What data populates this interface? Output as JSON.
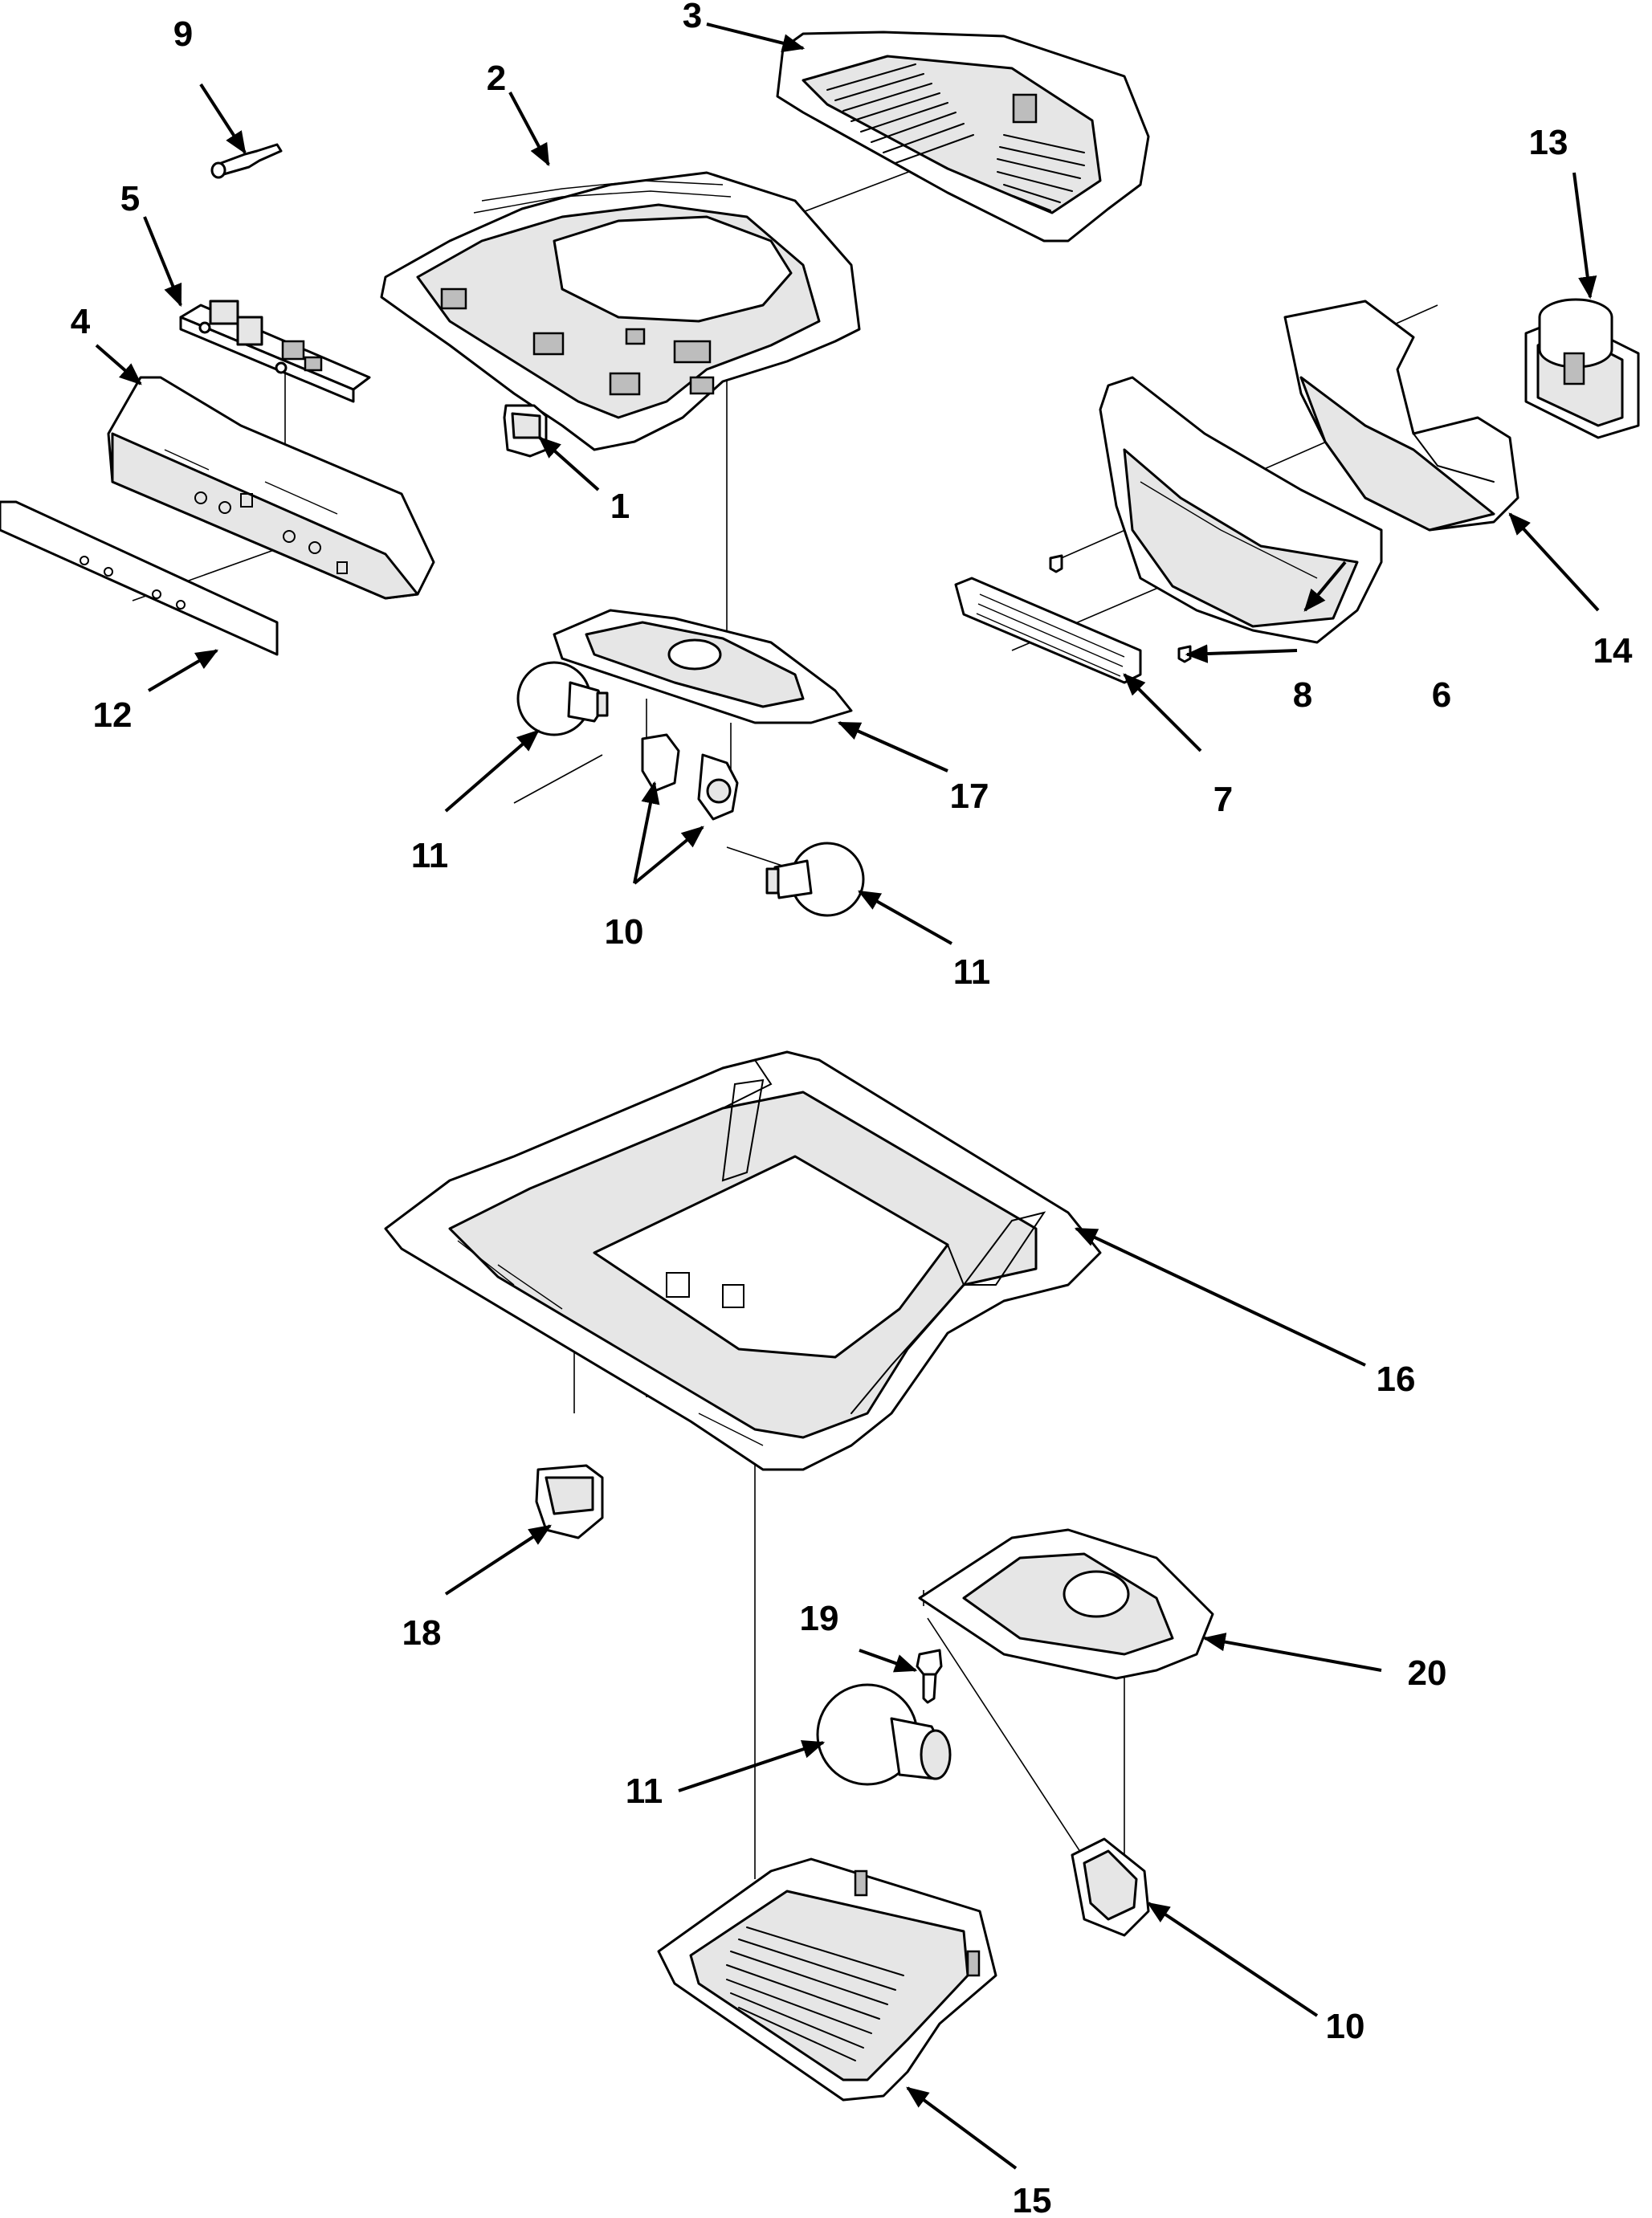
{
  "labels": {
    "l1": "1",
    "l2": "2",
    "l3": "3",
    "l4": "4",
    "l5": "5",
    "l6": "6",
    "l7": "7",
    "l8": "8",
    "l9": "9",
    "l10a": "10",
    "l10b": "10",
    "l11a": "11",
    "l11b": "11",
    "l11c": "11",
    "l12": "12",
    "l13": "13",
    "l14": "14",
    "l15": "15",
    "l16": "16",
    "l17": "17",
    "l18": "18",
    "l19": "19",
    "l20": "20"
  },
  "colors": {
    "line": "#000000",
    "background": "#ffffff",
    "shade": "#e6e6e6"
  }
}
